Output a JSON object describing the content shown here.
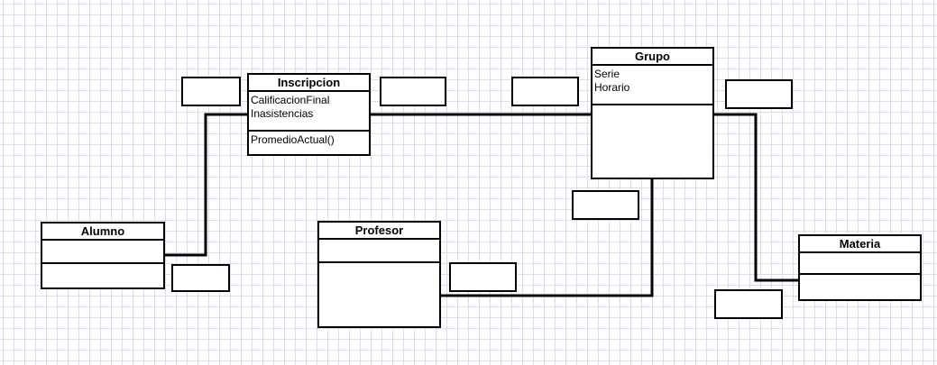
{
  "classes": {
    "inscripcion": {
      "name": "Inscripcion",
      "attributes": [
        "CalificacionFinal",
        "Inasistencias"
      ],
      "methods": [
        "PromedioActual()"
      ]
    },
    "grupo": {
      "name": "Grupo",
      "attributes": [
        "Serie",
        "Horario"
      ],
      "methods": []
    },
    "alumno": {
      "name": "Alumno",
      "attributes": [],
      "methods": []
    },
    "profesor": {
      "name": "Profesor",
      "attributes": [],
      "methods": []
    },
    "materia": {
      "name": "Materia",
      "attributes": [],
      "methods": []
    }
  },
  "colors": {
    "line": "#000000",
    "grid": "#d9ddf2",
    "box_fill": "#ffffff"
  }
}
